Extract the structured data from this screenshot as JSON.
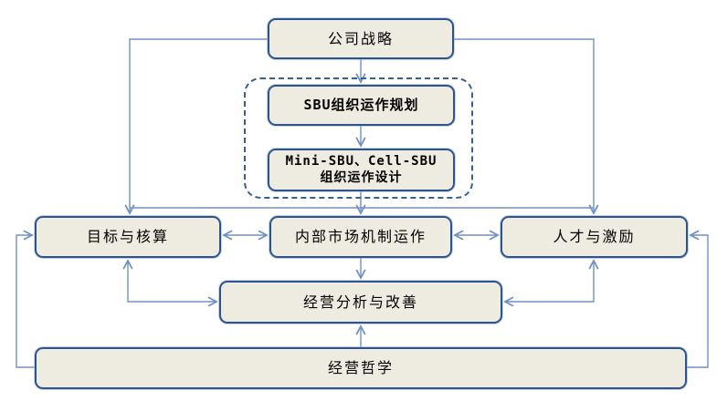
{
  "colors": {
    "background": "#FFFFFF",
    "box_fill": "#EEECE1",
    "box_border": "#2F548C",
    "dashed_border": "#376092",
    "connector": "#7191C3",
    "text": "#000000"
  },
  "nodes": {
    "company_strategy": {
      "label": "公司战略"
    },
    "sbu_planning": {
      "label": "SBU组织运作规划"
    },
    "mini_sbu": {
      "line1": "Mini-SBU、Cell-SBU",
      "line2": "组织运作设计"
    },
    "goals_accounting": {
      "label": "目标与核算"
    },
    "internal_market": {
      "label": "内部市场机制运作"
    },
    "talent_incentive": {
      "label": "人才与激励"
    },
    "analysis_improvement": {
      "label": "经营分析与改善"
    },
    "philosophy": {
      "label": "经营哲学"
    }
  }
}
